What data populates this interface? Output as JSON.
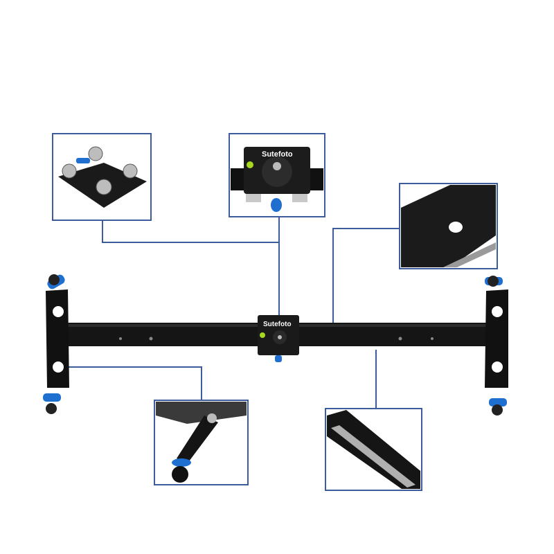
{
  "product": {
    "brand_logo": "Sutefoto",
    "colors": {
      "callout_line": "#3c5c9c",
      "rail": "#141414",
      "accent_blue": "#1e6fd0",
      "silver": "#c8c8c8"
    }
  },
  "callouts": [
    {
      "subject": "carriage-underside-wheels"
    },
    {
      "subject": "carriage-top-plate"
    },
    {
      "subject": "rail-mounting-hole"
    },
    {
      "subject": "folding-leg"
    },
    {
      "subject": "rail-profile"
    }
  ]
}
